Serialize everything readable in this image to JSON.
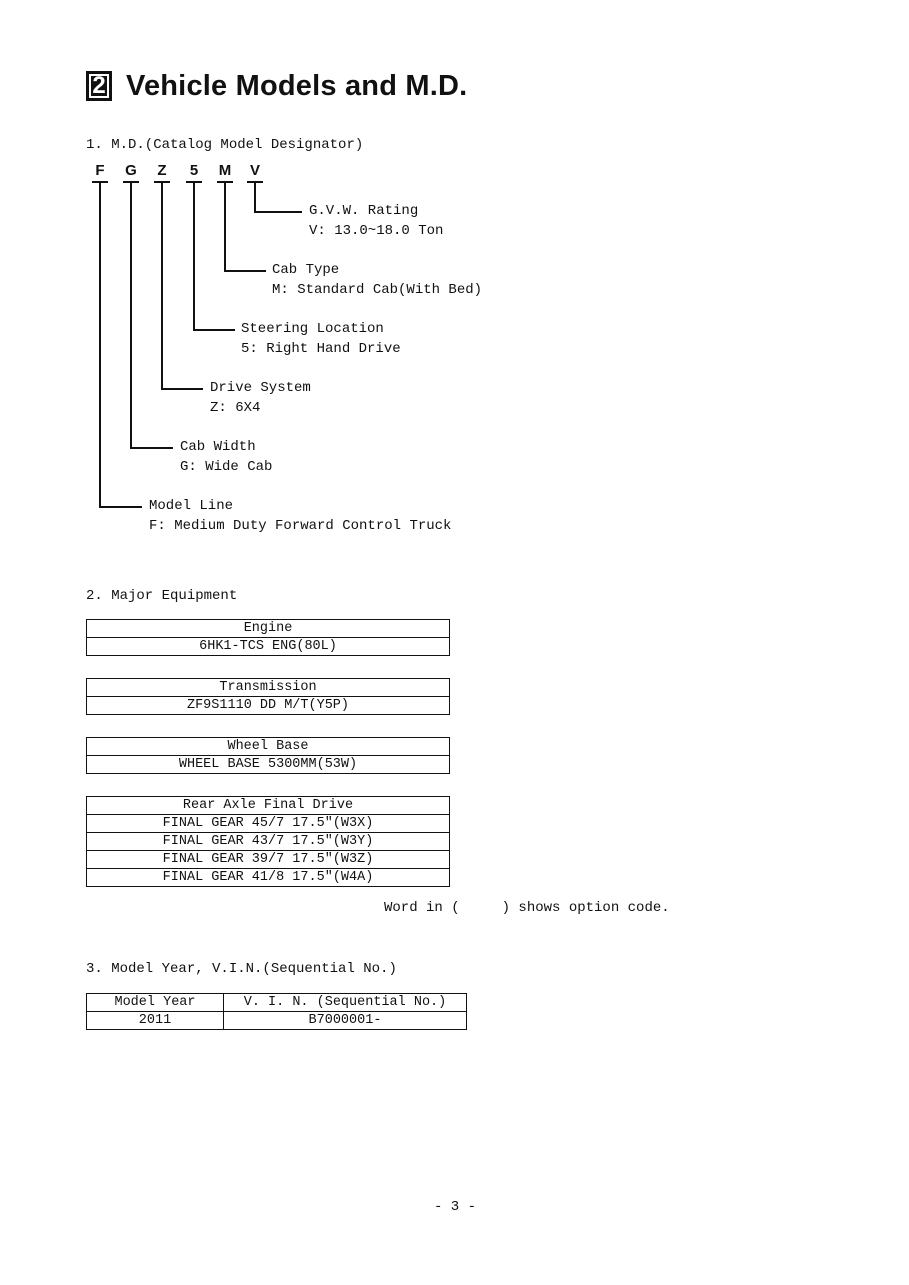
{
  "heading": {
    "number": "2",
    "title": "Vehicle Models and M.D."
  },
  "section1": {
    "title": "1. M.D.(Catalog Model Designator)",
    "letters": [
      "F",
      "G",
      "Z",
      "5",
      "M",
      "V"
    ],
    "items": [
      {
        "label": "G.V.W. Rating",
        "value": "V: 13.0~18.0 Ton"
      },
      {
        "label": "Cab Type",
        "value": "M: Standard Cab(With Bed)"
      },
      {
        "label": "Steering Location",
        "value": "5: Right Hand Drive"
      },
      {
        "label": "Drive System",
        "value": "Z: 6X4"
      },
      {
        "label": "Cab Width",
        "value": "G: Wide Cab"
      },
      {
        "label": "Model Line",
        "value": "F: Medium Duty Forward Control Truck"
      }
    ]
  },
  "section2": {
    "title": "2. Major Equipment",
    "engine": {
      "header": "Engine",
      "rows": [
        "6HK1-TCS ENG(80L)"
      ]
    },
    "transmission": {
      "header": "Transmission",
      "rows": [
        "ZF9S1110 DD M/T(Y5P)"
      ]
    },
    "wheel_base": {
      "header": "Wheel Base",
      "rows": [
        "WHEEL BASE 5300MM(53W)"
      ]
    },
    "rear_axle": {
      "header": "Rear Axle Final Drive",
      "rows": [
        "FINAL GEAR 45/7 17.5\"(W3X)",
        "FINAL GEAR 43/7 17.5\"(W3Y)",
        "FINAL GEAR 39/7 17.5\"(W3Z)",
        "FINAL GEAR 41/8 17.5\"(W4A)"
      ]
    },
    "note": "Word in (     ) shows option code."
  },
  "section3": {
    "title": "3. Model Year, V.I.N.(Sequential No.)",
    "headers": [
      "Model Year",
      "V. I. N. (Sequential No.)"
    ],
    "row": [
      "2011",
      "B7000001-"
    ]
  },
  "page_number": "- 3 -"
}
